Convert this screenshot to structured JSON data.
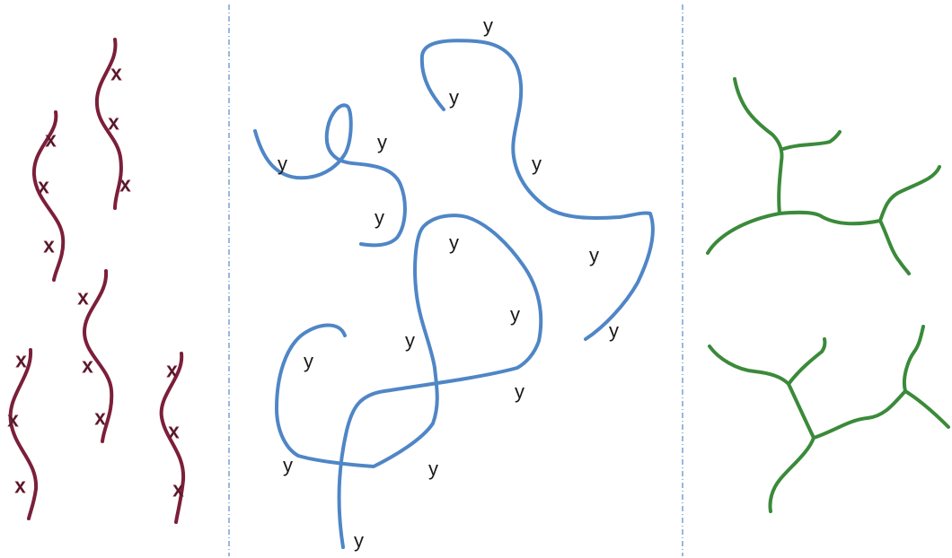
{
  "colors": {
    "x_chain": "#7b1f3a",
    "y_chain": "#4f86c6",
    "branched": "#3a8a3a",
    "divider": "#5a87c8"
  },
  "panels": [
    {
      "id": "linear-x",
      "chain_label": "x",
      "chains": [
        {
          "labels": [
            "x",
            "x",
            "x"
          ]
        },
        {
          "labels": [
            "x",
            "x",
            "x"
          ]
        },
        {
          "labels": [
            "x",
            "x",
            "x"
          ]
        },
        {
          "labels": [
            "x",
            "x",
            "x"
          ]
        },
        {
          "labels": [
            "x",
            "x",
            "x"
          ]
        }
      ]
    },
    {
      "id": "linear-y",
      "chain_label": "y",
      "labels": [
        "y",
        "y",
        "y",
        "y",
        "y",
        "y",
        "y",
        "y",
        "y",
        "y",
        "y",
        "y",
        "y",
        "y",
        "y",
        "y"
      ]
    },
    {
      "id": "branched",
      "labels": []
    }
  ]
}
